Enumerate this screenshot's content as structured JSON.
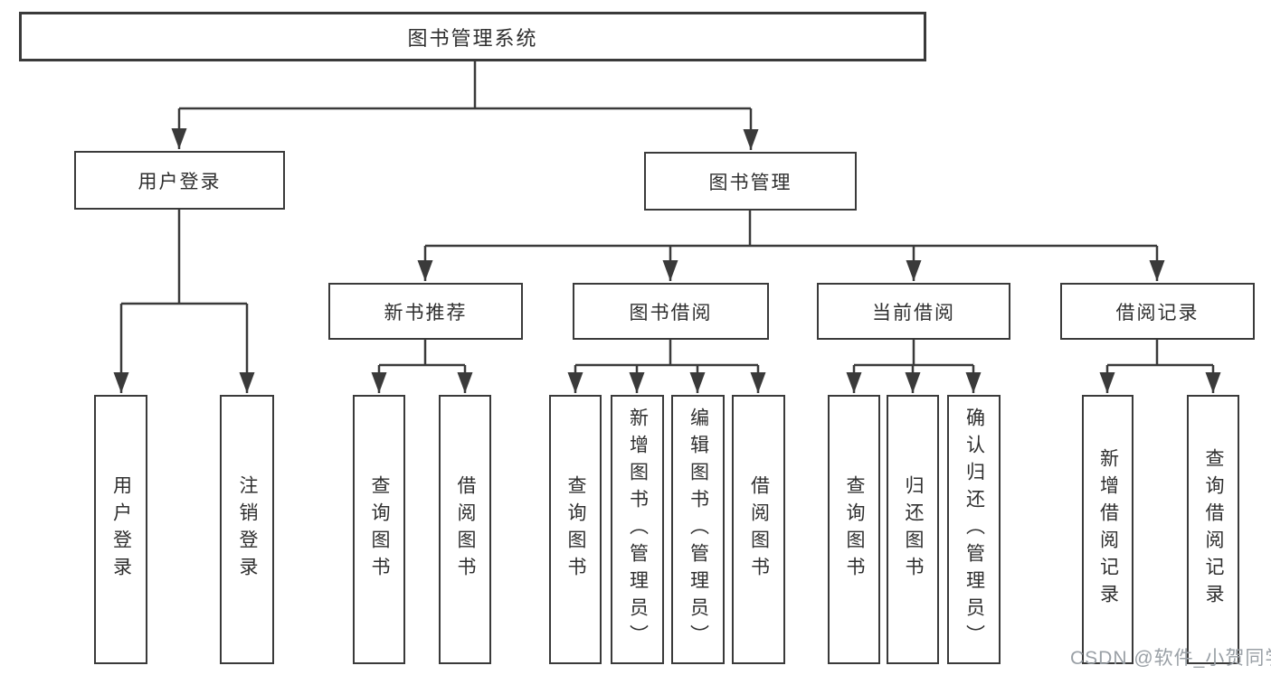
{
  "tree": {
    "label": "图书管理系统",
    "children": [
      {
        "label": "用户登录",
        "children": [
          {
            "label": "用户登录"
          },
          {
            "label": "注销登录"
          }
        ]
      },
      {
        "label": "图书管理",
        "children": [
          {
            "label": "新书推荐",
            "children": [
              {
                "label": "查询图书"
              },
              {
                "label": "借阅图书"
              }
            ]
          },
          {
            "label": "图书借阅",
            "children": [
              {
                "label": "查询图书"
              },
              {
                "label": "新增图书（管理员）"
              },
              {
                "label": "编辑图书（管理员）"
              },
              {
                "label": "借阅图书"
              }
            ]
          },
          {
            "label": "当前借阅",
            "children": [
              {
                "label": "查询图书"
              },
              {
                "label": "归还图书"
              },
              {
                "label": "确认归还（管理员）"
              }
            ]
          },
          {
            "label": "借阅记录",
            "children": [
              {
                "label": "新增借阅记录"
              },
              {
                "label": "查询借阅记录"
              }
            ]
          }
        ]
      }
    ]
  },
  "watermark": "CSDN @软件_小贺同学",
  "colors": {
    "line": "#3a3a3a",
    "text": "#2f2f2f",
    "watermark": "#9aa0a6",
    "background": "#ffffff"
  }
}
